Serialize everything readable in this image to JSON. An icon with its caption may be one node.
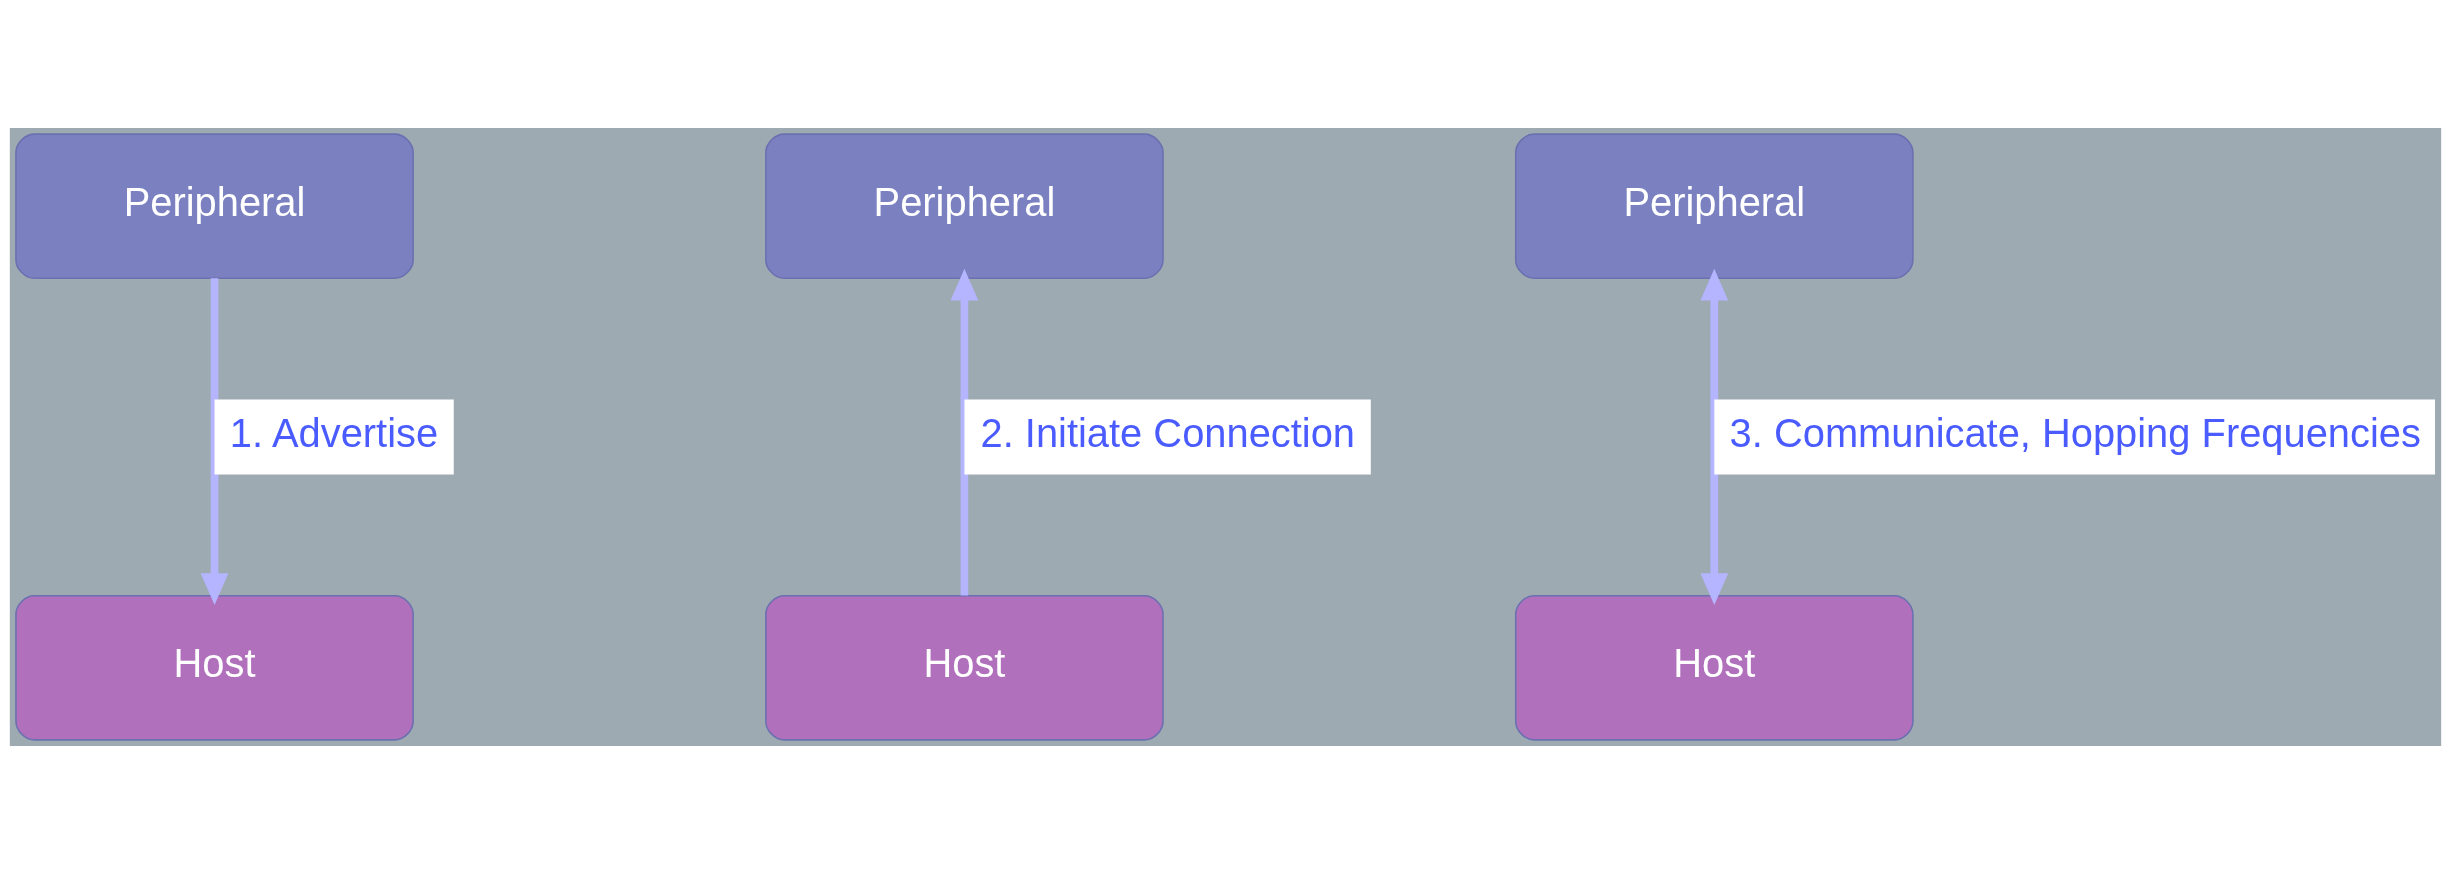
{
  "diagram": {
    "nodes": [
      {
        "text": [
          "Peripheral"
        ]
      },
      {
        "text": [
          "Peripheral"
        ]
      },
      {
        "text": [
          "Peripheral"
        ]
      },
      {
        "text": [
          "Host"
        ]
      },
      {
        "text": [
          "Host"
        ]
      },
      {
        "text": [
          "Host"
        ]
      }
    ],
    "edges": [
      {
        "from": 0,
        "to": 3,
        "arrow": "to",
        "label": "1. Advertise"
      },
      {
        "from": 4,
        "to": 1,
        "arrow": "to",
        "label": "2. Initiate Connection"
      },
      {
        "from": 2,
        "to": 5,
        "arrow": "both",
        "label": "3. Communicate, Hopping Frequencies"
      }
    ]
  }
}
